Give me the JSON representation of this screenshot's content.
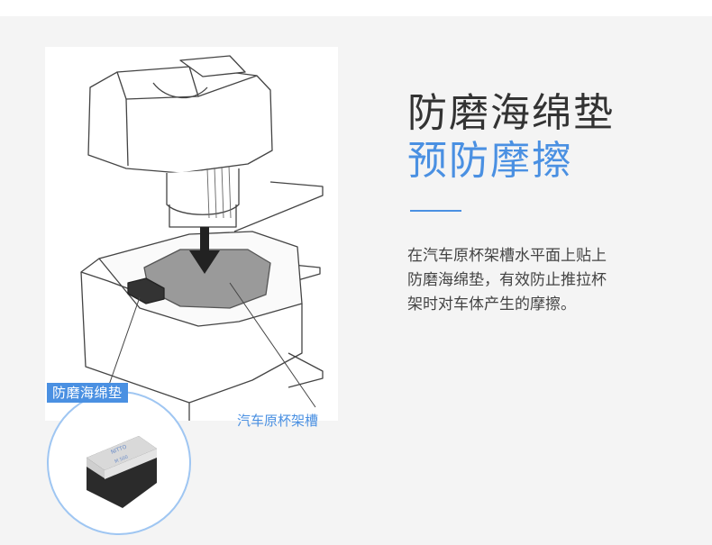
{
  "title": {
    "line1": "防磨海绵垫",
    "line2": "预防摩擦"
  },
  "description": {
    "line1": "在汽车原杯架槽水平面上贴上",
    "line2": "防磨海绵垫，有效防止推拉杯",
    "line3": "架时对车体产生的摩擦。"
  },
  "illustration": {
    "pad_label": "防磨海绵垫",
    "groove_label": "汽车原杯架槽",
    "pad_print": "NITTO",
    "pad_print_code": "M 500"
  },
  "colors": {
    "accent": "#4a90e2",
    "title_dark": "#333333",
    "background": "#f4f4f4"
  }
}
